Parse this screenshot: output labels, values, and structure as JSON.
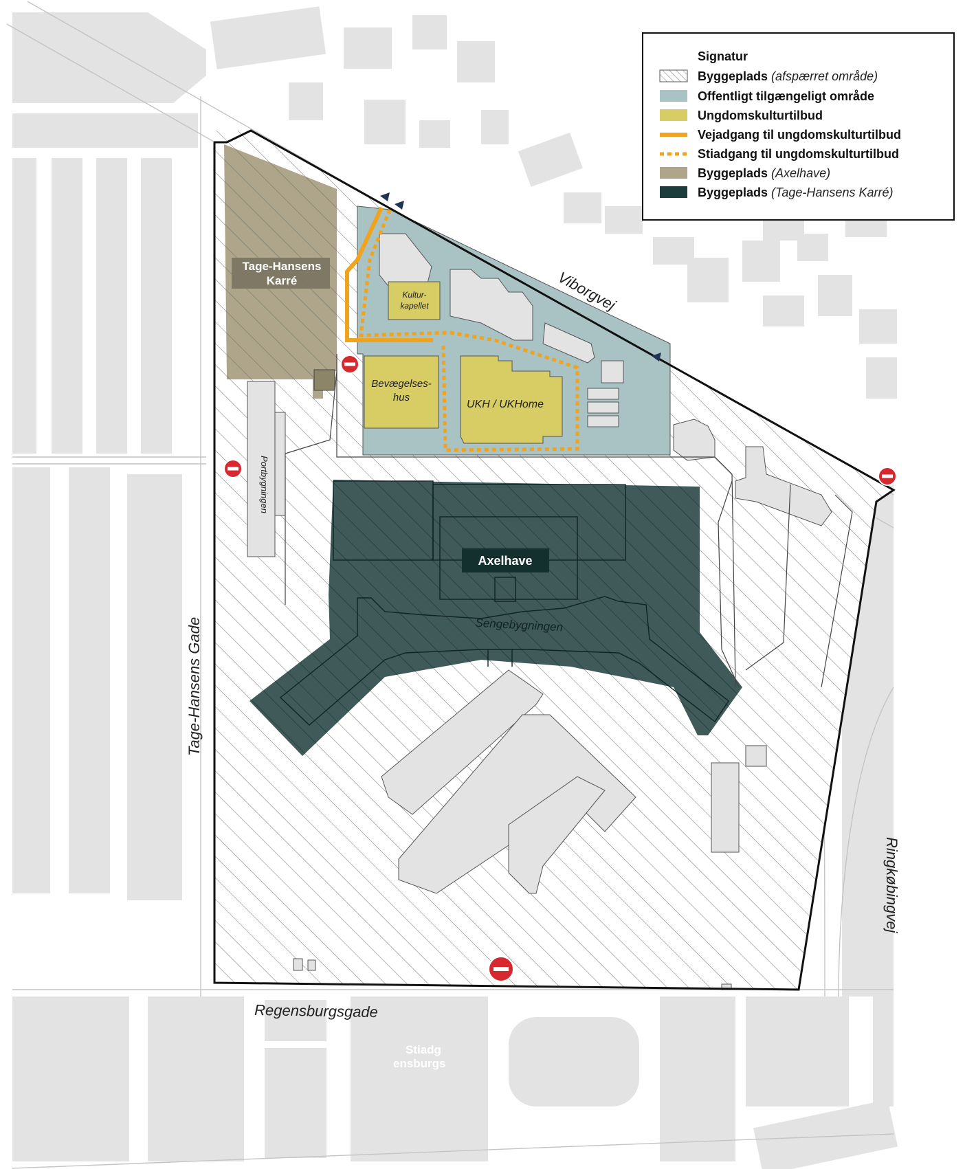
{
  "legend": {
    "title": "Signatur",
    "items": [
      {
        "id": "byggeplads",
        "main": "Byggeplads",
        "sub": "(afspærret område)",
        "swatch": "hatch"
      },
      {
        "id": "offentligt",
        "main": "Offentligt tilgængeligt område",
        "sub": "",
        "swatch": "fill",
        "color": "#a9c2c4"
      },
      {
        "id": "ungdom",
        "main": "Ungdomskulturtilbud",
        "sub": "",
        "swatch": "fill",
        "color": "#d7cd64"
      },
      {
        "id": "vejadgang",
        "main": "Vejadgang til ungdomskulturtilbud",
        "sub": "",
        "swatch": "line",
        "color": "#f0a31c"
      },
      {
        "id": "stiadgang",
        "main": "Stiadgang til ungdomskulturtilbud",
        "sub": "",
        "swatch": "dotted",
        "color": "#f0a31c"
      },
      {
        "id": "axelhave",
        "main": "Byggeplads",
        "sub": "(Axelhave)",
        "swatch": "fill",
        "color": "#aea58a"
      },
      {
        "id": "tagehansen",
        "main": "Byggeplads",
        "sub": "(Tage-Hansens Karré)",
        "swatch": "fill",
        "color": "#1d3d3c"
      }
    ]
  },
  "streets": {
    "viborgvej": "Viborgvej",
    "tage_hansens_gade": "Tage-Hansens Gade",
    "regensburgsgade": "Regensburgsgade",
    "ringkobingvej": "Ringkøbingvej"
  },
  "labels": {
    "tage_hansens_karre": [
      "Tage-Hansens",
      "Karré"
    ],
    "axelhave": "Axelhave",
    "sengebygningen": "Sengebygningen",
    "portbygningen": "Portbygningen",
    "kulturkapellet": [
      "Kultur-",
      "kapellet"
    ],
    "bevaegelseshus": [
      "Bevægelses-",
      "hus"
    ],
    "ukh": "UKH / UKHome",
    "stiadgang_partial": [
      "Stiadg",
      "ensburgs"
    ]
  },
  "colors": {
    "public_area": "#a9c2c4",
    "youth_culture": "#d7cd64",
    "access_orange": "#f0a31c",
    "karre_site": "#aea58a",
    "axelhave_site": "#1d3d3c",
    "building_grey": "#e3e3e3",
    "no_entry_red": "#d7282f"
  },
  "icons": [
    "no-entry-icon",
    "entrance-arrow-icon"
  ]
}
